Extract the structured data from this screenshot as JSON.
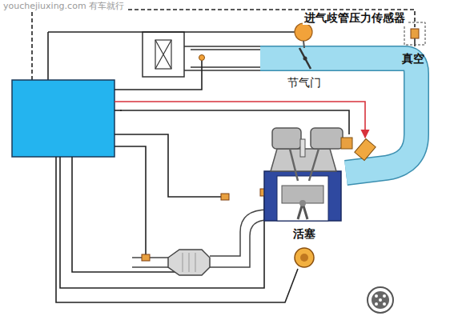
{
  "diagram": {
    "labels": [
      "youchejiuxing.com 有车就行",
      "进气歧管压力传感器",
      "节气门",
      "真空",
      "活塞"
    ]
  }
}
